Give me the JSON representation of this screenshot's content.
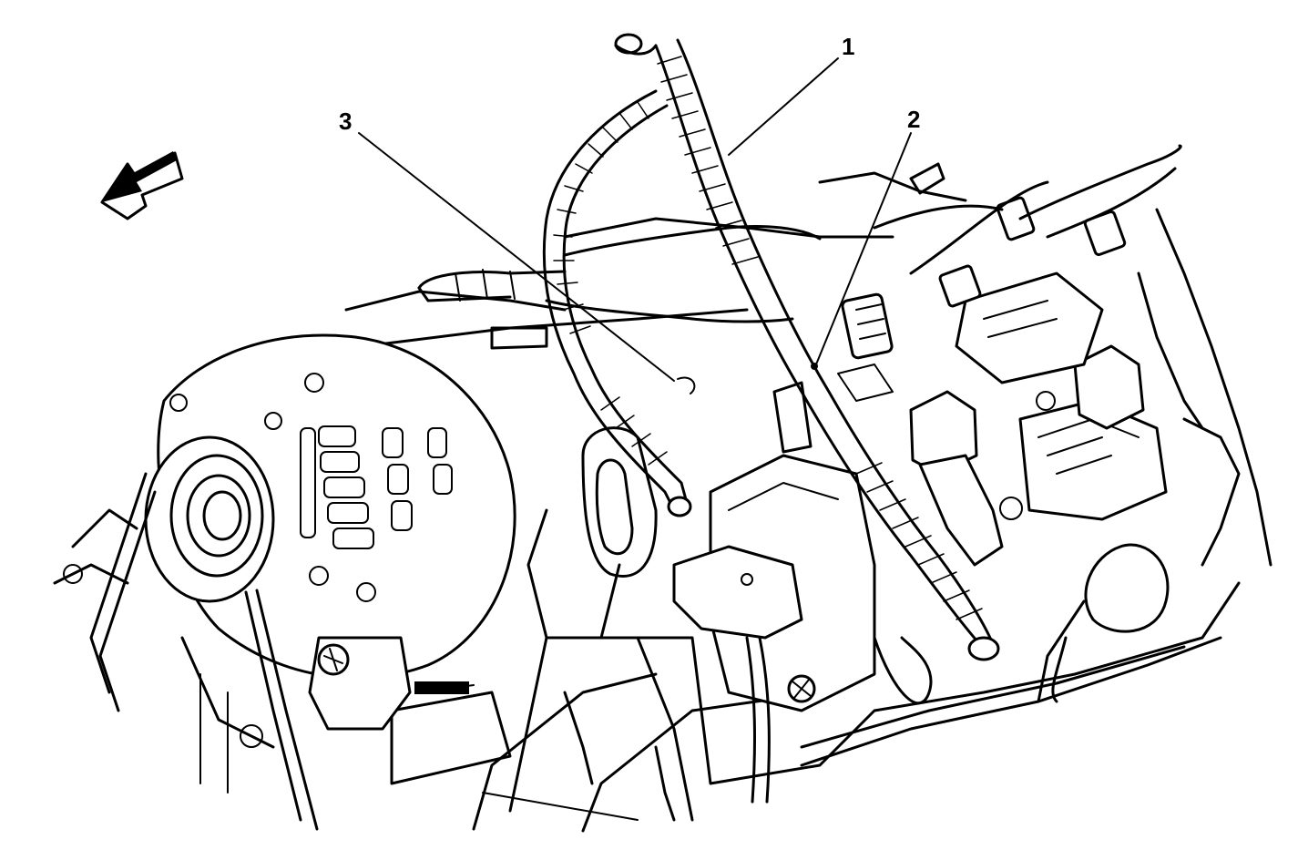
{
  "diagram": {
    "callouts": [
      {
        "id": "1",
        "label": "1"
      },
      {
        "id": "2",
        "label": "2"
      },
      {
        "id": "3",
        "label": "3"
      }
    ],
    "icons": {
      "direction_arrow": "front-direction-arrow-icon"
    }
  }
}
